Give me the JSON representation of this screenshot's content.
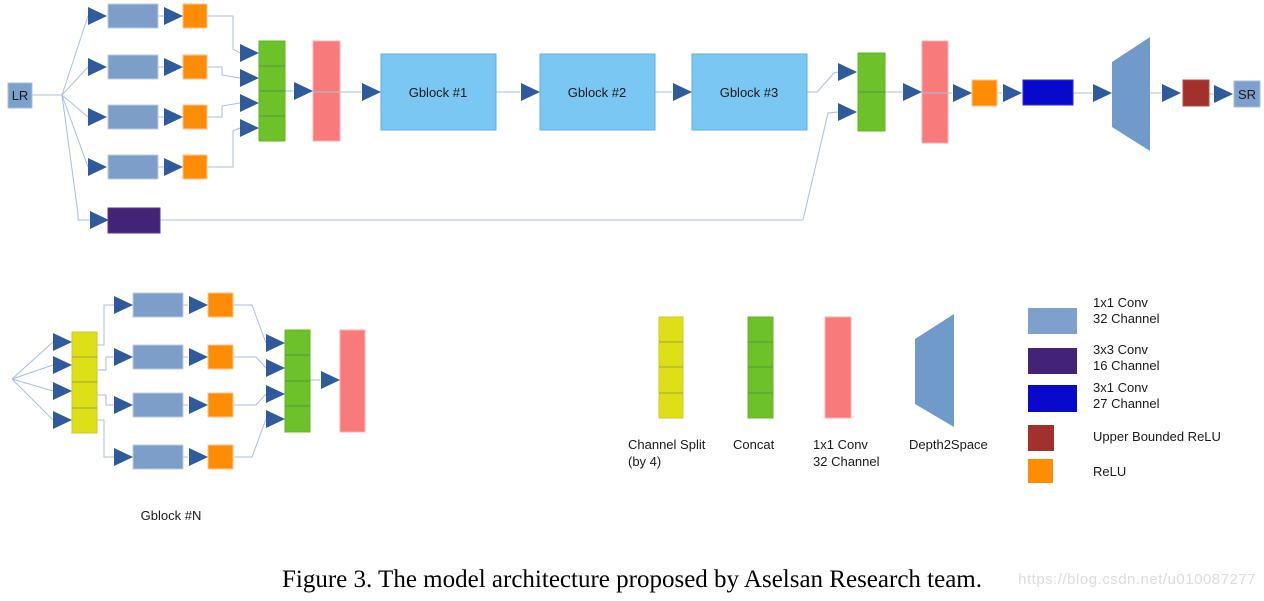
{
  "top_flow": {
    "input_label": "LR",
    "output_label": "SR",
    "gblock_labels": [
      "Gblock #1",
      "Gblock #2",
      "Gblock #3"
    ]
  },
  "gblock_detail": {
    "label": "Gblock #N"
  },
  "legend_shapes": {
    "channel_split": {
      "lines": [
        "Channel Split",
        "(by 4)"
      ]
    },
    "concat": {
      "lines": [
        "Concat"
      ]
    },
    "conv1x1": {
      "lines": [
        "1x1 Conv",
        "32 Channel"
      ]
    },
    "depth2space": {
      "lines": [
        "Depth2Space"
      ]
    }
  },
  "legend_swatches": [
    {
      "lines": [
        "1x1 Conv",
        "32 Channel"
      ],
      "color": "#7DA0CC"
    },
    {
      "lines": [
        "3x3 Conv",
        "16 Channel"
      ],
      "color": "#432377"
    },
    {
      "lines": [
        "3x1 Conv",
        "27 Channel"
      ],
      "color": "#0909CB"
    },
    {
      "lines": [
        "Upper Bounded ReLU"
      ],
      "color": "#A1312A"
    },
    {
      "lines": [
        "ReLU"
      ],
      "color": "#FF8C05"
    }
  ],
  "caption": {
    "text": "Figure 3. The model architecture proposed by Aselsan Research team.",
    "watermark": "https://blog.csdn.net/u010087277"
  },
  "colors": {
    "io_box": "#7DA0CC",
    "conv1x1_32": "#7D9EC9",
    "gblock_box": "#7BC7F3",
    "concat_green": "#6CC228",
    "channel_split_yellow": "#DDDF17",
    "conv1x1_pink": "#F97A7B",
    "relu_orange": "#FF8C05",
    "conv3x3_purple": "#432377",
    "conv3x1_navy": "#0909CB",
    "upper_bounded_relu_red": "#A1312A",
    "depth2space_blue": "#6F9AC9",
    "arrow_blue": "#2F5B9D",
    "connector": "#A9BFDC"
  }
}
